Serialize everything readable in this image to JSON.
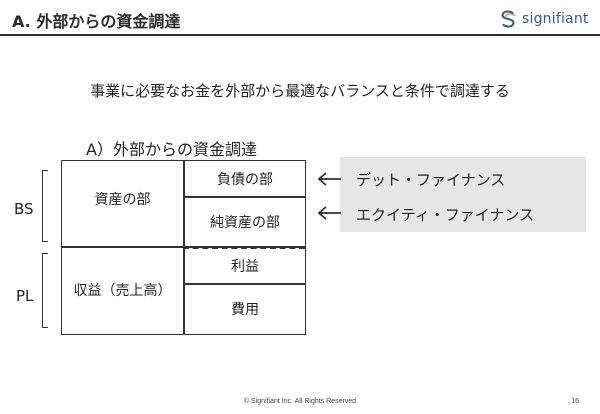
{
  "header": {
    "title": "A. 外部からの資金調達",
    "logo_text": "signifiant"
  },
  "main": {
    "subtitle": "事業に必要なお金を外部から最適なバランスと条件で調達する",
    "diagram_title": "A）外部からの資金調達",
    "side_labels": {
      "bs": "BS",
      "pl": "PL"
    },
    "table": {
      "left_top": "資産の部",
      "left_bottom": "収益（売上高）",
      "right_cells": [
        "負債の部",
        "純資産の部",
        "利益",
        "費用"
      ]
    },
    "financing": [
      "デット・ファイナンス",
      "エクイティ・ファイナンス"
    ]
  },
  "footer": {
    "copyright": "© Signifiant Inc. All Rights Reserved",
    "page_number": "16"
  },
  "colors": {
    "rule": "#2f2f2f",
    "panel": "#e6e6e6",
    "logo": "#355a80"
  }
}
